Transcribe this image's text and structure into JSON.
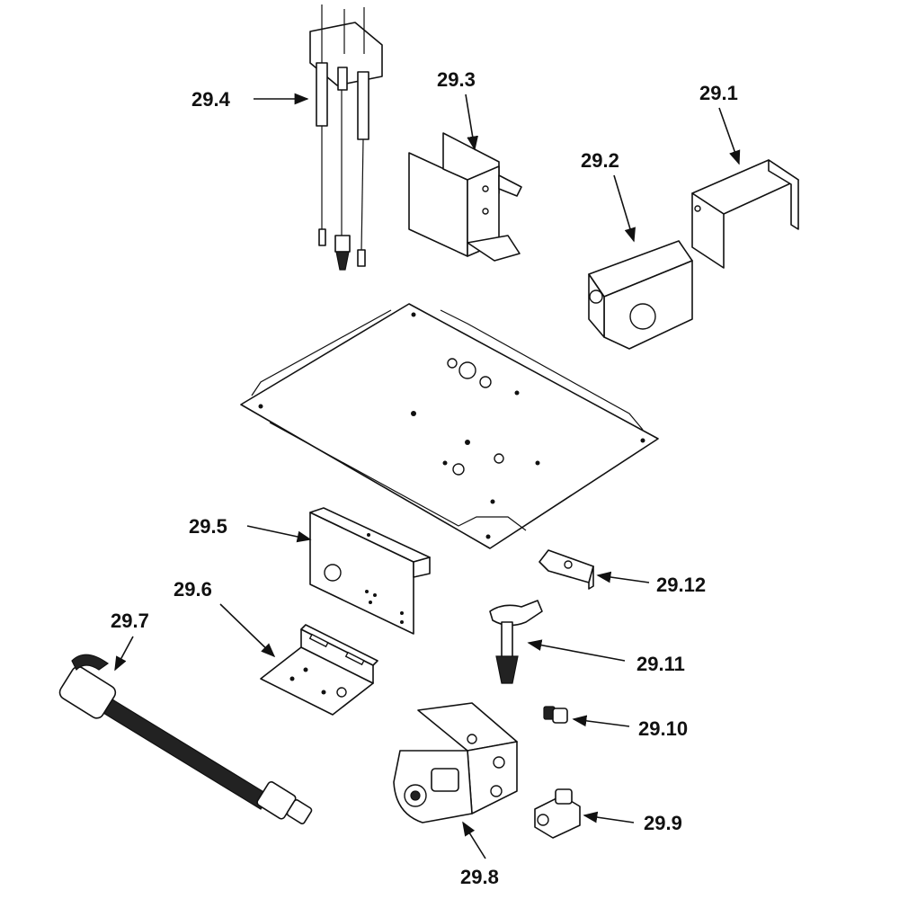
{
  "diagram": {
    "labels": {
      "p29_1": "29.1",
      "p29_2": "29.2",
      "p29_3": "29.3",
      "p29_4": "29.4",
      "p29_5": "29.5",
      "p29_6": "29.6",
      "p29_7": "29.7",
      "p29_8": "29.8",
      "p29_9": "29.9",
      "p29_10": "29.10",
      "p29_11": "29.11",
      "p29_12": "29.12"
    },
    "line_color": "#111111",
    "background": "#ffffff"
  }
}
